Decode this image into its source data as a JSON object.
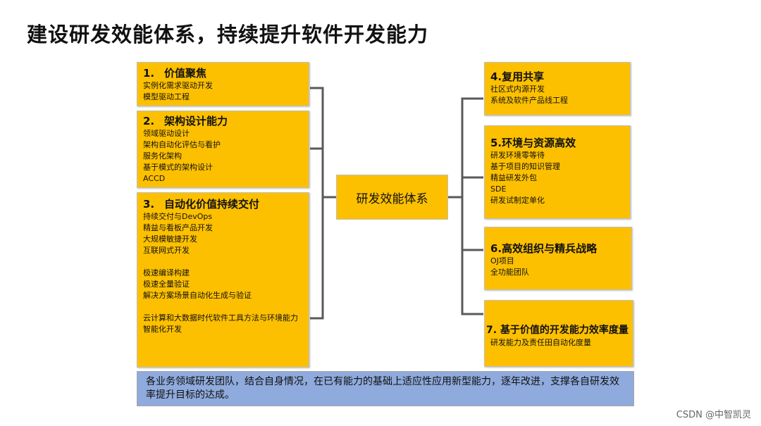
{
  "title": "建设研发效能体系，持续提升软件开发能力",
  "center_label": "研发效能体系",
  "left_boxes": [
    {
      "num": "1.",
      "title": "价值聚焦",
      "items": [
        "实例化需求驱动开发",
        "模型驱动工程"
      ]
    },
    {
      "num": "2.",
      "title": "架构设计能力",
      "items": [
        "领域驱动设计",
        "架构自动化评估与看护",
        "服务化架构",
        "基于模式的架构设计",
        "ACCD"
      ]
    },
    {
      "num": "3.",
      "title": "自动化价值持续交付",
      "items": [
        "持续交付与DevOps",
        "精益与看板产品开发",
        "大规模敏捷开发",
        "互联网式开发",
        "",
        "极速编译构建",
        "极速全量验证",
        "解决方案场景自动化生成与验证",
        "",
        "云计算和大数据时代软件工具方法与环境能力",
        "智能化开发"
      ]
    }
  ],
  "right_boxes": [
    {
      "title": "4.复用共享",
      "items": [
        "社区式内源开发",
        "系统及软件产品线工程"
      ]
    },
    {
      "title": "5.环境与资源高效",
      "items": [
        "研发环境零等待",
        "基于项目的知识管理",
        "精益研发外包",
        "SDE",
        "研发试制定单化"
      ]
    },
    {
      "title": "6.高效组织与精兵战略",
      "items": [
        "OJ项目",
        "全功能团队"
      ]
    },
    {
      "title": "7. 基于价值的开发能力效率度量",
      "items": [
        "研发能力及责任田自动化度量"
      ]
    }
  ],
  "bottom_text": "各业务领域研发团队，结合自身情况，在已有能力的基础上适应性应用新型能力，逐年改进，支撑各自研发效率提升目标的达成。",
  "watermark": "CSDN @中智凯灵",
  "colors": {
    "box": "#fdc000",
    "bottom": "#8faadc",
    "line": "#595959"
  }
}
